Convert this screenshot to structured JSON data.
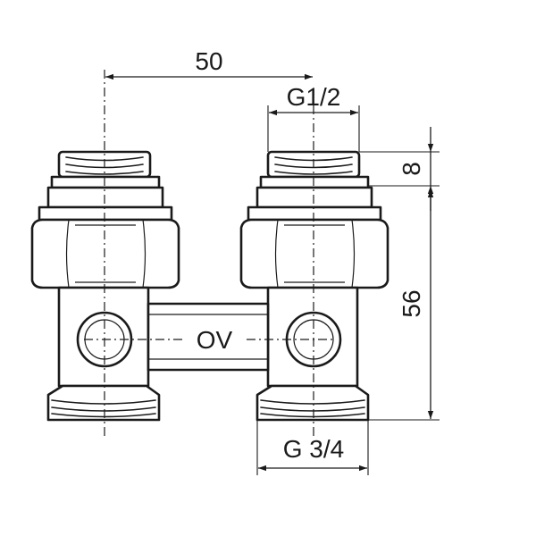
{
  "diagram": {
    "dimensions": {
      "center_distance": "50",
      "top_thread": "G1/2",
      "nut_height": "8",
      "body_height": "56",
      "bottom_thread": "G 3/4"
    },
    "body_label": "OV"
  }
}
